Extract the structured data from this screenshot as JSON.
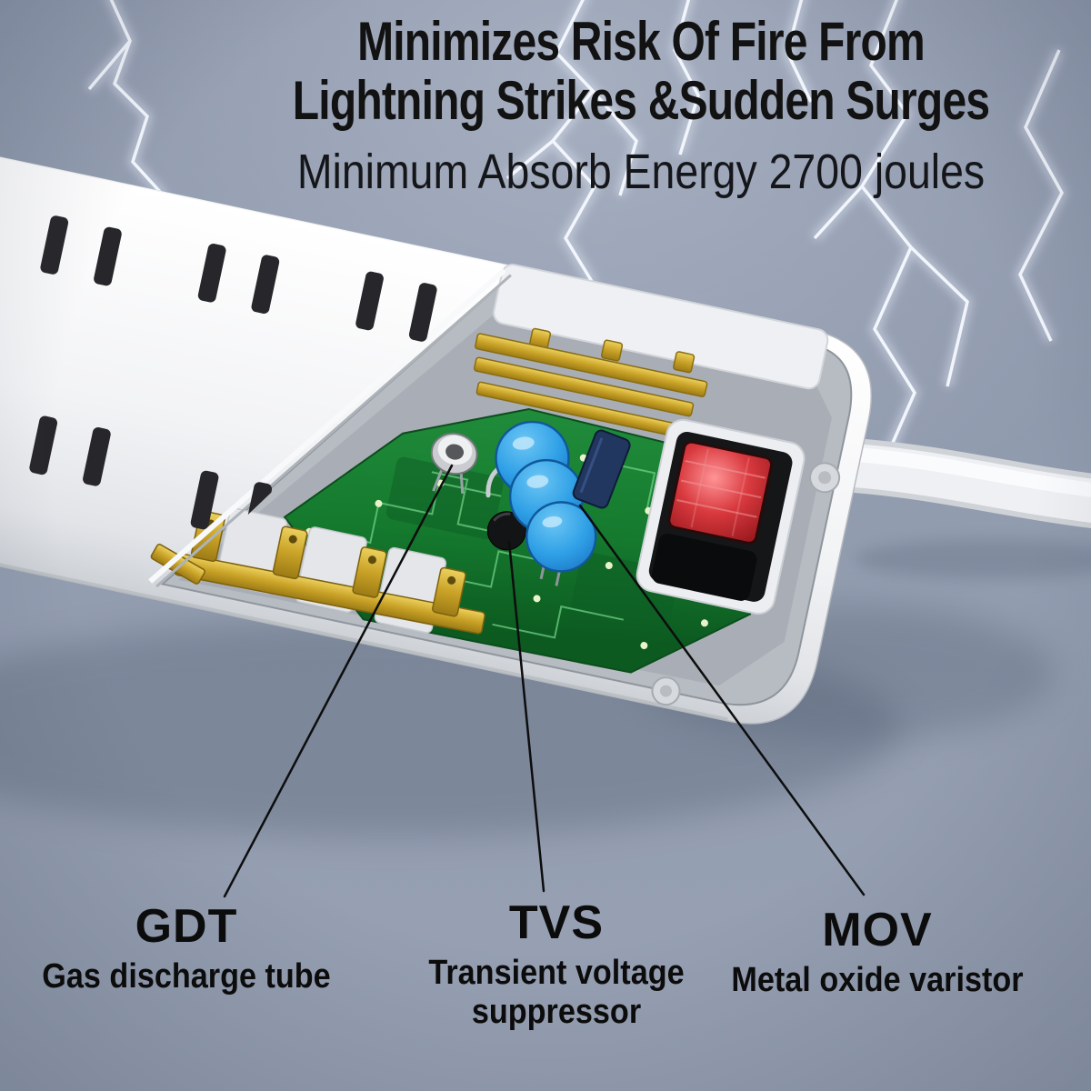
{
  "colors": {
    "background_top": "#8a94a8",
    "background_bottom": "#97a1b3",
    "text": "#101010",
    "strip_body": "#f3f4f6",
    "pcb_green": "#1e8236",
    "mov_blue": "#2e9fe6",
    "switch_red": "#d8393e",
    "brass": "#c9a227",
    "lightning": "#f6f9ff"
  },
  "header": {
    "title_line1": "Minimizes Risk Of Fire From",
    "title_line2": "Lightning Strikes &Sudden Surges",
    "subtitle": "Minimum Absorb Energy 2700 joules"
  },
  "callouts": [
    {
      "id": "gdt",
      "abbr": "GDT",
      "line1": "Gas discharge tube",
      "line2": ""
    },
    {
      "id": "tvs",
      "abbr": "TVS",
      "line1": "Transient voltage",
      "line2": "suppressor"
    },
    {
      "id": "mov",
      "abbr": "MOV",
      "line1": "Metal oxide varistor",
      "line2": ""
    }
  ]
}
